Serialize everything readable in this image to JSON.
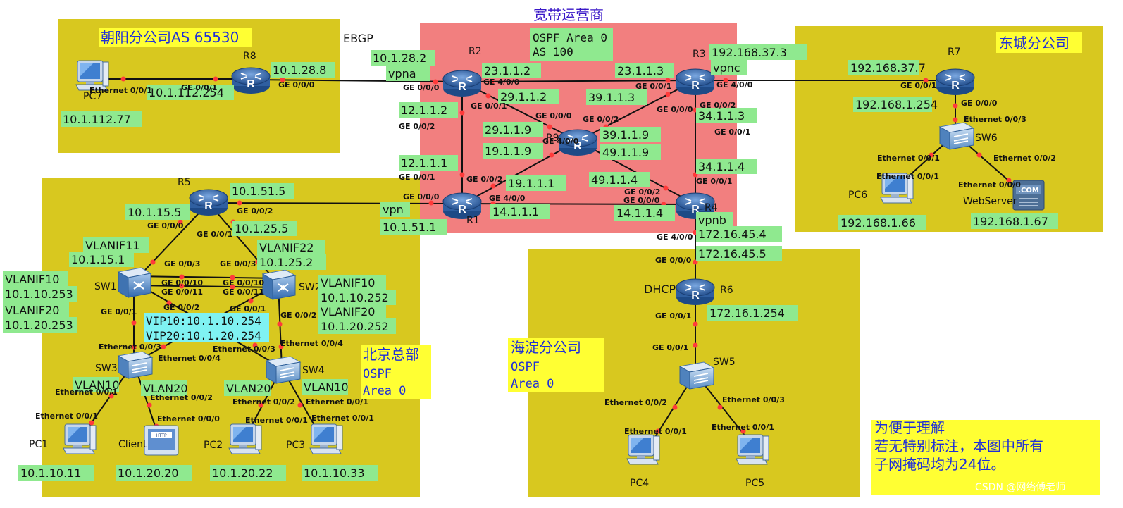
{
  "zones": {
    "isp": {
      "title": "宽带运营商",
      "ospf": "OSPF Area 0",
      "as": "AS 100"
    },
    "chaoyang": {
      "title": "朝阳分公司AS 65530"
    },
    "dongcheng": {
      "title": "东城分公司"
    },
    "beijing": {
      "line1": "北京总部",
      "line2": "OSPF",
      "line3": "Area 0"
    },
    "haidian": {
      "line1": "海淀分公司",
      "line2": "OSPF",
      "line3": "Area 0"
    }
  },
  "ebgp": "EBGP",
  "note": {
    "line1": "为便于理解",
    "line2": "若无特别标注，本图中所有",
    "line3": "子网掩码均为24位。"
  },
  "watermark": "CSDN @网络傅老师",
  "devices": {
    "R1": "R1",
    "R2": "R2",
    "R3": "R3",
    "R4": "R4",
    "R5": "R5",
    "R6": "R6",
    "R7": "R7",
    "R8": "R8",
    "R9": "R9",
    "SW1": "SW1",
    "SW2": "SW2",
    "SW3": "SW3",
    "SW4": "SW4",
    "SW5": "SW5",
    "SW6": "SW6",
    "PC1": "PC1",
    "PC2": "PC2",
    "PC3": "PC3",
    "PC4": "PC4",
    "PC5": "PC5",
    "PC6": "PC6",
    "PC7": "PC7",
    "Client": "Client",
    "WebServer": "WebServer",
    "DHCP": "DHCP"
  },
  "labels": [
    "10.1.28.8",
    "10.1.112.254",
    "10.1.112.77",
    "10.1.28.2",
    "vpna",
    "23.1.1.2",
    "29.1.1.2",
    "12.1.1.2",
    "23.1.1.3",
    "39.1.1.3",
    "192.168.37.3",
    "vpnc",
    "34.1.1.3",
    "29.1.1.9",
    "19.1.1.9",
    "39.1.1.9",
    "49.1.1.9",
    "12.1.1.1",
    "19.1.1.1",
    "34.1.1.4",
    "49.1.1.4",
    "10.1.51.5",
    "10.1.15.5",
    "10.1.25.5",
    "vpn",
    "10.1.51.1",
    "14.1.1.1",
    "14.1.1.4",
    "vpnb",
    "172.16.45.4",
    "192.168.37.7",
    "192.168.1.254",
    "192.168.1.66",
    "192.168.1.67",
    "172.16.45.5",
    "172.16.1.254",
    "VLANIF11",
    "10.1.15.1",
    "VLANIF22",
    "10.1.25.2",
    "VLANIF10",
    "10.1.10.253",
    "VLANIF20",
    "10.1.20.253",
    "VLANIF10",
    "10.1.10.252",
    "VLANIF20",
    "10.1.20.252",
    "VLAN10",
    "VLAN20",
    "VLAN20",
    "VLAN10",
    "10.1.10.11",
    "10.1.20.20",
    "10.1.20.22",
    "10.1.10.33"
  ],
  "vip": {
    "line1": "VIP10:10.1.10.254",
    "line2": "VIP20:10.1.20.254"
  },
  "ports": [
    "GE 0/0/1",
    "Ethernet 0/0/1",
    "GE 0/0/0",
    "GE 0/0/0",
    "GE 4/0/0",
    "GE 0/0/1",
    "GE 0/0/2",
    "GE 0/0/1",
    "GE 4/0/0",
    "GE 0/0/2",
    "GE 0/0/0",
    "GE 0/0/2",
    "GE 0/0/0",
    "GE 0/0/1",
    "GE 4/0/0",
    "GE 0/0/1",
    "GE 0/0/2",
    "GE 0/0/0",
    "GE 4/0/0",
    "GE 0/0/2",
    "GE 0/0/0",
    "GE 0/0/1",
    "GE 4/0/0",
    "GE 0/0/2",
    "GE 0/0/0",
    "GE 0/0/1",
    "GE 0/0/3",
    "GE 0/0/3",
    "GE 0/0/10",
    "GE 0/0/10",
    "GE 0/0/11",
    "GE 0/0/11",
    "GE 0/0/2",
    "GE 0/0/1",
    "GE 0/0/1",
    "GE 0/0/2",
    "Ethernet 0/0/3",
    "Ethernet 0/0/4",
    "Ethernet 0/0/3",
    "Ethernet 0/0/4",
    "Ethernet 0/0/1",
    "Ethernet 0/0/2",
    "Ethernet 0/0/1",
    "Ethernet 0/0/0",
    "Ethernet 0/0/2",
    "Ethernet 0/0/1",
    "Ethernet 0/0/1",
    "Ethernet 0/0/1",
    "GE 0/0/0",
    "GE 0/0/1",
    "GE 0/0/1",
    "Ethernet 0/0/2",
    "Ethernet 0/0/3",
    "Ethernet 0/0/1",
    "Ethernet 0/0/1",
    "GE 0/0/1",
    "GE 0/0/0",
    "Ethernet 0/0/3",
    "Ethernet 0/0/1",
    "Ethernet 0/0/2",
    "Ethernet 0/0/1",
    "Ethernet 0/0/0"
  ],
  "colors": {
    "zone": "#d8c81f",
    "isp": "#f27f7f",
    "label": "#8fe98f",
    "vip": "#7ff2f2",
    "note": "#ffff33",
    "title_blue": "#1f2fd8",
    "title_purple": "#3a18c8",
    "link_dot": "#ff3a3a"
  }
}
